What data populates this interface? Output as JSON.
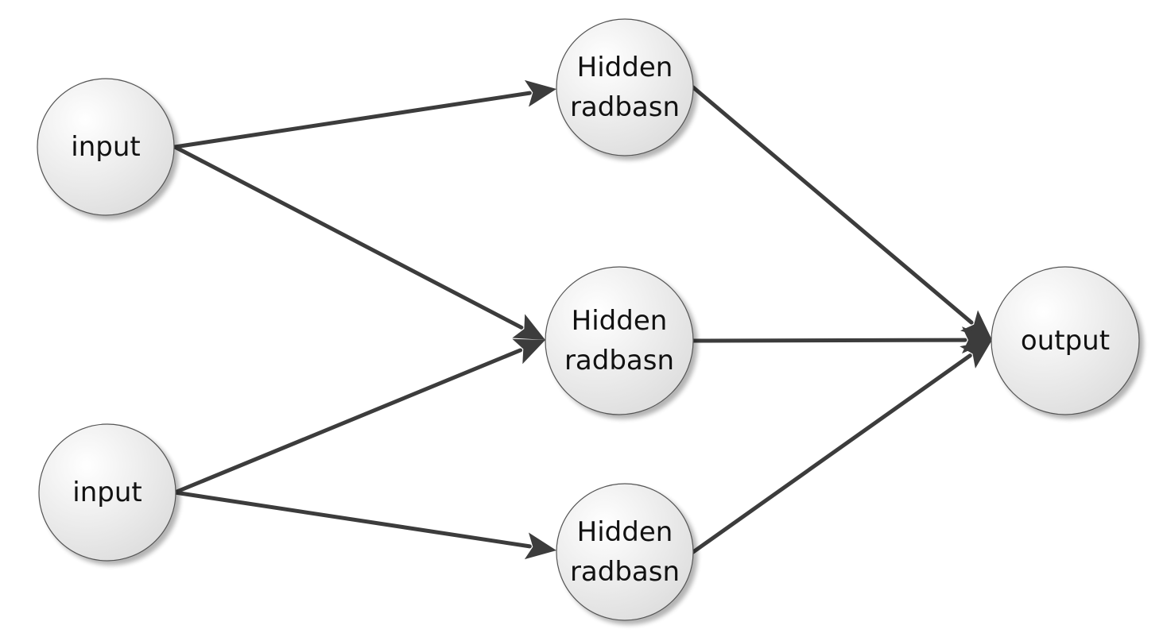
{
  "diagram": {
    "type": "neural-network",
    "colors": {
      "edge": "#3c3c3c",
      "node_stroke": "#555555",
      "node_fill_light": "#ffffff",
      "node_fill_dark": "#dcdcdc",
      "text": "#111111"
    },
    "nodes": [
      {
        "id": "input-1",
        "layer": "input",
        "label_lines": [
          "input"
        ]
      },
      {
        "id": "input-2",
        "layer": "input",
        "label_lines": [
          "input"
        ]
      },
      {
        "id": "hidden-1",
        "layer": "hidden",
        "label_lines": [
          "Hidden",
          "radbasn"
        ]
      },
      {
        "id": "hidden-2",
        "layer": "hidden",
        "label_lines": [
          "Hidden",
          "radbasn"
        ]
      },
      {
        "id": "hidden-3",
        "layer": "hidden",
        "label_lines": [
          "Hidden",
          "radbasn"
        ]
      },
      {
        "id": "output-1",
        "layer": "output",
        "label_lines": [
          "output"
        ]
      }
    ],
    "edges": [
      {
        "from": "input-1",
        "to": "hidden-1"
      },
      {
        "from": "input-1",
        "to": "hidden-2"
      },
      {
        "from": "input-2",
        "to": "hidden-2"
      },
      {
        "from": "input-2",
        "to": "hidden-3"
      },
      {
        "from": "hidden-1",
        "to": "output-1"
      },
      {
        "from": "hidden-2",
        "to": "output-1"
      },
      {
        "from": "hidden-3",
        "to": "output-1"
      }
    ]
  }
}
